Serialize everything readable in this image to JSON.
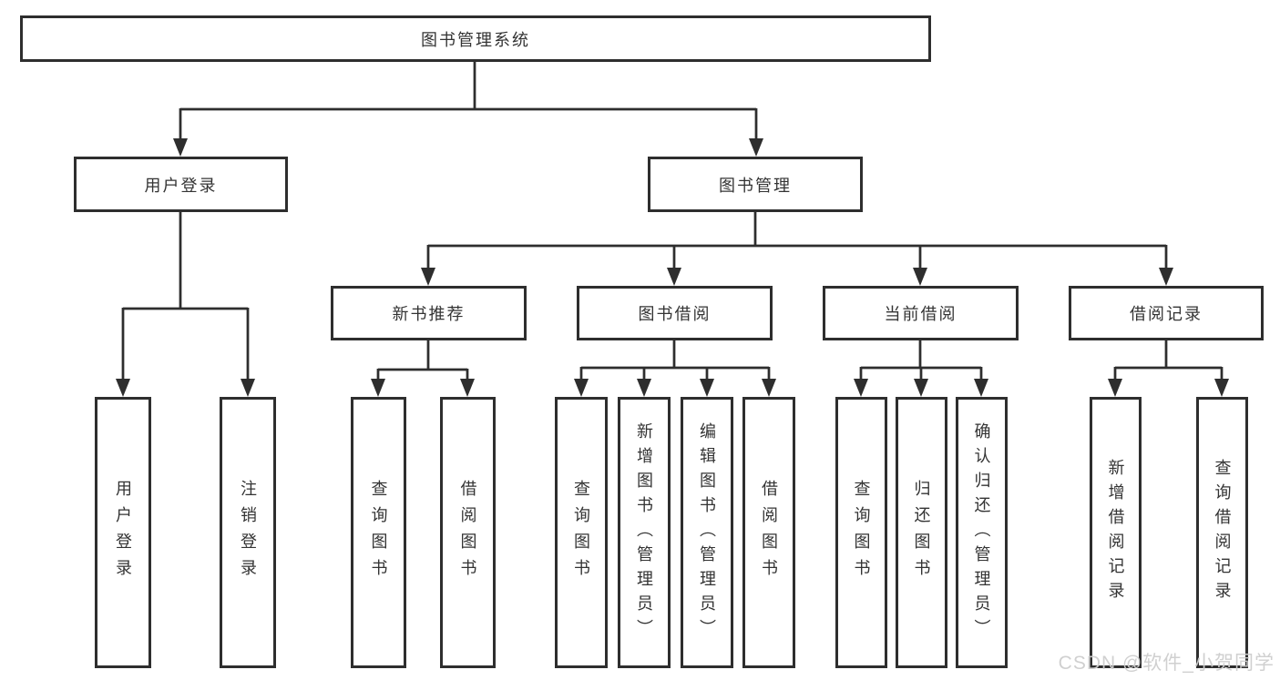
{
  "tree": {
    "label": "图书管理系统",
    "children": [
      {
        "label": "用户登录",
        "children": [
          {
            "label": "用户登录"
          },
          {
            "label": "注销登录"
          }
        ]
      },
      {
        "label": "图书管理",
        "children": [
          {
            "label": "新书推荐",
            "children": [
              {
                "label": "查询图书"
              },
              {
                "label": "借阅图书"
              }
            ]
          },
          {
            "label": "图书借阅",
            "children": [
              {
                "label": "查询图书"
              },
              {
                "label": "新增图书（管理员）"
              },
              {
                "label": "编辑图书（管理员）"
              },
              {
                "label": "借阅图书"
              }
            ]
          },
          {
            "label": "当前借阅",
            "children": [
              {
                "label": "查询图书"
              },
              {
                "label": "归还图书"
              },
              {
                "label": "确认归还（管理员）"
              }
            ]
          },
          {
            "label": "借阅记录",
            "children": [
              {
                "label": "新增借阅记录"
              },
              {
                "label": "查询借阅记录"
              }
            ]
          }
        ]
      }
    ]
  },
  "watermark": "CSDN @软件_小贺同学",
  "colors": {
    "line": "#2e2e2e",
    "text": "#333333",
    "box_background": "#ffffff",
    "watermark": "#cdcdcd"
  }
}
